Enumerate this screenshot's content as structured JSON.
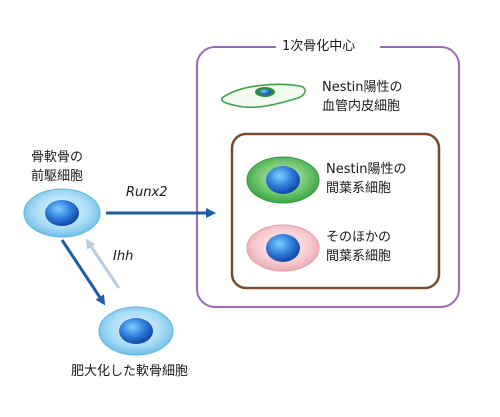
{
  "primary_center": {
    "title": "1次骨化中心",
    "endothelial": {
      "line1": "Nestin陽性の",
      "line2": "血管内皮細胞"
    },
    "mesenchymal_group": {
      "nestin_positive": {
        "line1": "Nestin陽性の",
        "line2": "間葉系細胞"
      },
      "others": {
        "line1": "そのほかの",
        "line2": "間葉系細胞"
      }
    }
  },
  "chondro_progenitor": {
    "line1": "骨軟骨の",
    "line2": "前駆細胞"
  },
  "hypertrophic": {
    "label": "肥大化した軟骨細胞"
  },
  "arrows": {
    "runx2": "Runx2",
    "ihh": "Ihh"
  },
  "colors": {
    "frame_purple": "#9a6ab5",
    "inner_brown": "#7a4a2a",
    "arrow_blue": "#1a5ea8",
    "arrow_light": "#b9cbe0",
    "cell_blue": "#bfe2f5",
    "cell_green": "#3aa548",
    "cell_pink": "#f2b7be",
    "nucleus_blue": "#2a6fd0"
  }
}
